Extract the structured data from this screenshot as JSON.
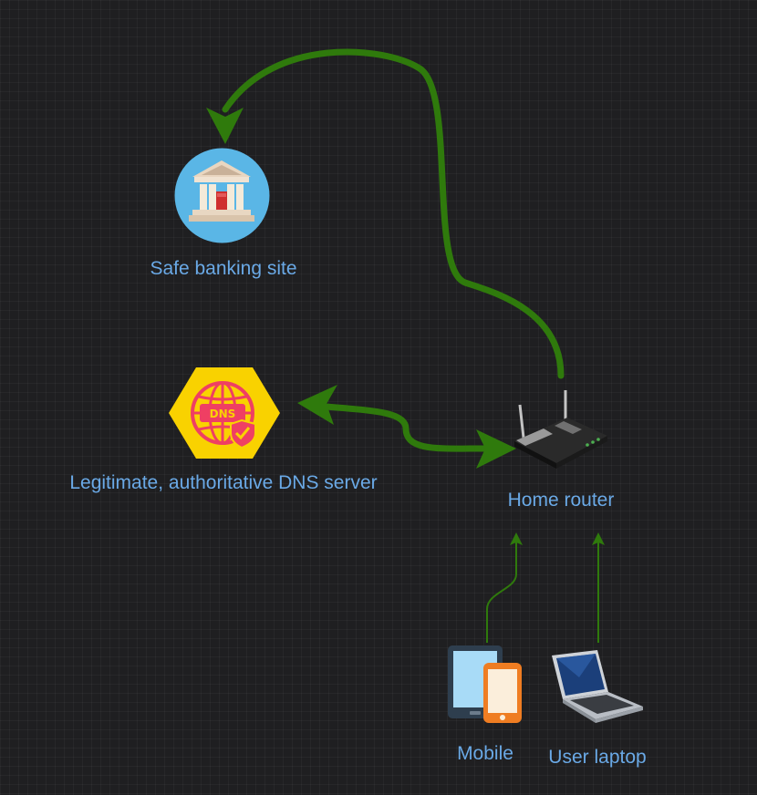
{
  "colors": {
    "background": "#1f1f21",
    "edge": "#2f7a0c",
    "label": "#6aa9e6"
  },
  "nodes": {
    "bank": {
      "label": "Safe banking site",
      "icon": "bank-building-icon"
    },
    "dns": {
      "label": "Legitimate, authoritative DNS server",
      "icon": "dns-server-icon",
      "icon_text": "DNS"
    },
    "router": {
      "label": "Home router",
      "icon": "wireless-router-icon"
    },
    "mobile": {
      "label": "Mobile",
      "icon": "mobile-devices-icon"
    },
    "laptop": {
      "label": "User laptop",
      "icon": "laptop-icon"
    }
  },
  "edges": [
    {
      "from": "router",
      "to": "bank",
      "style": "thick"
    },
    {
      "from": "router",
      "to": "dns",
      "style": "thick",
      "bidirectional": true
    },
    {
      "from": "mobile",
      "to": "router",
      "style": "thin"
    },
    {
      "from": "laptop",
      "to": "router",
      "style": "thin"
    }
  ]
}
